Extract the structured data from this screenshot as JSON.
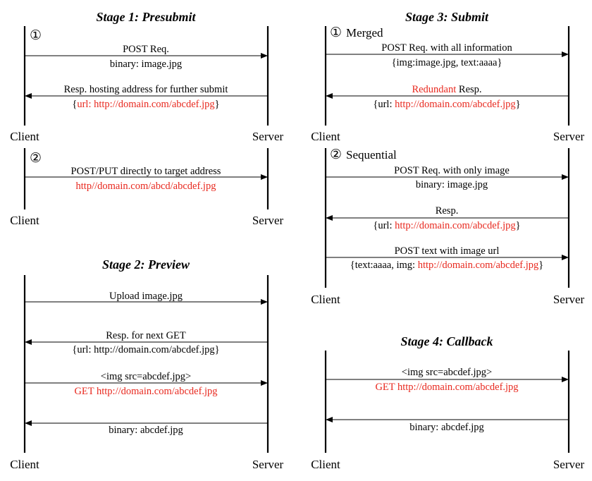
{
  "colors": {
    "line": "#000000",
    "highlight": "#e8281e"
  },
  "stage1": {
    "title": "Stage 1: Presubmit",
    "case1": {
      "number": "①",
      "msg1": {
        "line1": "POST Req.",
        "line2": "binary: image.jpg"
      },
      "msg2": {
        "line1": "Resp. hosting address for further submit",
        "line2_open": "{",
        "line2_red": "url: http://domain.com/abcdef.jpg",
        "line2_close": "}"
      },
      "client": "Client",
      "server": "Server"
    },
    "case2": {
      "number": "②",
      "msg1": {
        "line1": "POST/PUT directly to target address",
        "line2_red": "http//domain.com/abcd/abcdef.jpg"
      },
      "client": "Client",
      "server": "Server"
    }
  },
  "stage2": {
    "title": "Stage 2: Preview",
    "msg1": {
      "line1": "Upload image.jpg"
    },
    "msg2": {
      "line1": "Resp. for next GET",
      "line2": "{url: http://domain.com/abcdef.jpg}"
    },
    "msg3": {
      "line1": "<img src=abcdef.jpg>",
      "line2_red": "GET http://domain.com/abcdef.jpg"
    },
    "msg4": {
      "line1": "binary: abcdef.jpg"
    },
    "client": "Client",
    "server": "Server"
  },
  "stage3": {
    "title": "Stage 3: Submit",
    "merged": {
      "number": "①",
      "label": "Merged",
      "msg1": {
        "line1": "POST Req. with all information",
        "line2": "{img:image.jpg, text:aaaa}"
      },
      "msg2": {
        "line1_red": "Redundant",
        "line1_rest": " Resp.",
        "line2_open": "{url: ",
        "line2_red": "http://domain.com/abcdef.jpg",
        "line2_close": "}"
      },
      "client": "Client",
      "server": "Server"
    },
    "sequential": {
      "number": "②",
      "label": "Sequential",
      "msg1": {
        "line1": "POST Req. with only image",
        "line2": "binary: image.jpg"
      },
      "msg2": {
        "line1": "Resp.",
        "line2_open": "{url: ",
        "line2_red": "http://domain.com/abcdef.jpg",
        "line2_close": "}"
      },
      "msg3": {
        "line1": "POST text with image url",
        "line2_open": "{text:aaaa, img: ",
        "line2_red": "http://domain.com/abcdef.jpg",
        "line2_close": "}"
      },
      "client": "Client",
      "server": "Server"
    }
  },
  "stage4": {
    "title": "Stage 4: Callback",
    "msg1": {
      "line1": "<img src=abcdef.jpg>",
      "line2_red": "GET http://domain.com/abcdef.jpg"
    },
    "msg2": {
      "line1": "binary: abcdef.jpg"
    },
    "client": "Client",
    "server": "Server"
  }
}
